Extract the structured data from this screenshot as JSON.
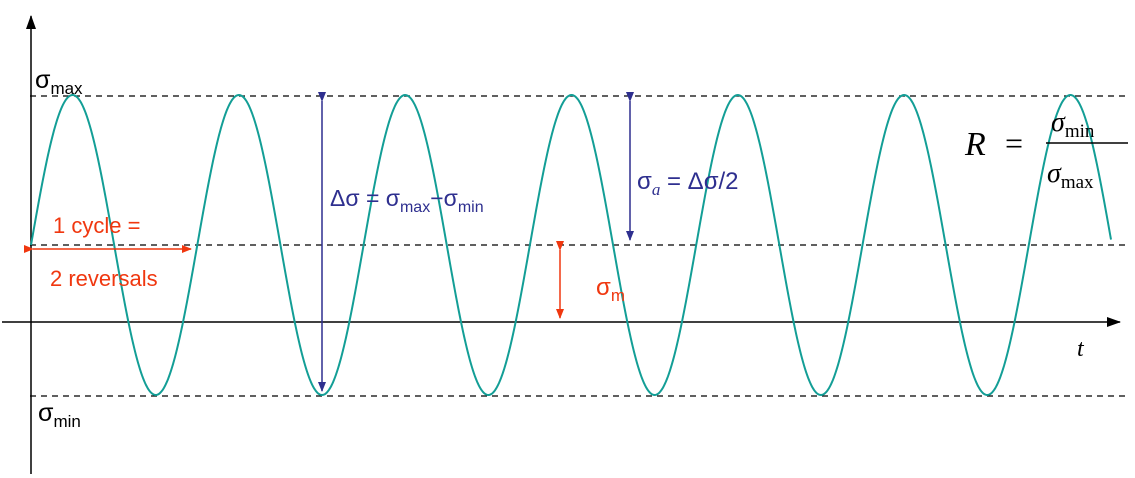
{
  "labels": {
    "sigma": "σ",
    "max_sub": "max",
    "min_sub": "min",
    "m_sub": "m",
    "a_sub": "a",
    "t_axis": "t",
    "delta_sigma": "Δσ = σ",
    "delta_minus": "−σ",
    "sigma_a_eq": " = Δσ/2",
    "cycle_line1": "1 cycle =",
    "cycle_line2": "2 reversals",
    "R": "R",
    "equals": "=",
    "frac_num_sub": "min",
    "frac_den_sub": "max"
  },
  "colors": {
    "wave": "#139E96",
    "axis": "#000000",
    "dashed": "#000000",
    "blue": "#2E2F8F",
    "red": "#F0370F",
    "text": "#000000"
  },
  "wave": {
    "cycles": 6,
    "phase_end_fraction": 0.5
  }
}
